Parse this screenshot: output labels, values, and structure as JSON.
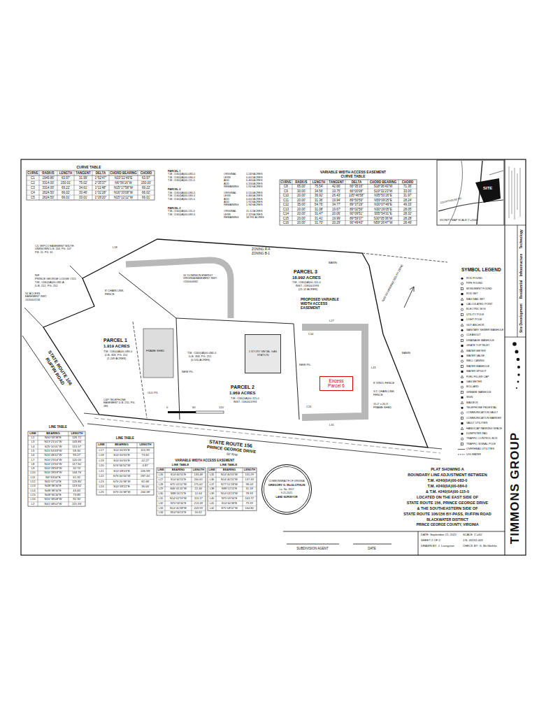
{
  "diagram": {
    "nodes": [
      {
        "text": [
          "SITE"
        ]
      },
      {
        "text": [
          "1 STORY METAL GAS STATION"
        ]
      },
      {
        "text": [
          "Excess Parcel 6"
        ]
      },
      {
        "text": [
          "COMMONWEALTH OF VIRGINIA",
          "GREGORY G. McGLOTHLIN",
          "Lic. No. 3557",
          "9-21-2021",
          "LAND SURVEYOR"
        ]
      }
    ],
    "labels": [
      "CURVE TABLE",
      "CURVE",
      "RADIUS",
      "LENGTH",
      "TANGENT",
      "DELTA",
      "CHORD BEARING",
      "CHORD",
      "C1",
      "1949.86'",
      "63.97'",
      "31.99'",
      "1°52'47\"",
      "N33°22'49\"E",
      "63.97'",
      "C2",
      "3314.00'",
      "150.01'",
      "75.02'",
      "2°35'37\"",
      "N6°56'16\"W",
      "150.00'",
      "C3",
      "3314.00'",
      "69.22'",
      "34.61'",
      "1°11'48\"",
      "N15°17'58\"W",
      "69.22'",
      "C4",
      "2624.50'",
      "66.02'",
      "33.46'",
      "1°31'28\"",
      "N16°33'08\"W",
      "66.02'",
      "C5",
      "2624.50'",
      "66.01'",
      "33.01'",
      "1°26'20\"",
      "N15°12'12\"W",
      "66.01'",
      "PARCEL 1",
      "T.M. #240(0A)00-083-0",
      "ORIGINAL",
      "1.249 ACRES",
      "T.M. #240(0A)00-084-0",
      "LESS",
      "0.002 ACRES",
      "T.M. #240(0A)00-115-0",
      "ADD",
      "0.466 ACRES",
      "ADD",
      "0.206 ACRES",
      "REMAINING",
      "1.919 ACRES",
      "PARCEL 2",
      "T.M. #240(0A)00-084-0",
      "ORIGINAL",
      "0.510 ACRES",
      "T.M. #240(0A)00-083-0",
      "LESS",
      "0.466 ACRES",
      "T.M. #240(0A)00-115-0",
      "ADD",
      "0.002 ACRES",
      "ADD",
      "1.923 ACRES",
      "REMAINING",
      "1.969 ACRES",
      "PARCEL 3",
      "T.M. #240(0A)00-115-0",
      "ORIGINAL",
      "21.12 ACRES",
      "T.M. #240(0A)00-083-0",
      "LESS",
      "2.129 ACRES",
      "REMAINING",
      "18.992 ACRES",
      "VARIABLE WIDTH ACCESS EASEMENT",
      "CURVE TABLE",
      "CURVE",
      "RADIUS",
      "LENGTH",
      "TANGENT",
      "DELTA",
      "CHORD BEARING",
      "CHORD",
      "C8",
      "65.00'",
      "75.54'",
      "42.66'",
      "66°35'16\"",
      "S18°36'43\"W",
      "71.36'",
      "C9",
      "30.00'",
      "34.56'",
      "19.75'",
      "66°00'08\"",
      "S19°32'23\"W",
      "33.00'",
      "C10",
      "20.00'",
      "36.92'",
      "26.43'",
      "105°46'58\"",
      "N35°50'26\"E",
      "31.97'",
      "C11",
      "20.00'",
      "31.36'",
      "19.94'",
      "89°50'59\"",
      "N59°09'25\"E",
      "28.24'",
      "C12",
      "35.00'",
      "54.76'",
      "34.77'",
      "89°37'29\"",
      "N30°07'49\"E",
      "49.33'",
      "C13",
      "20.00'",
      "31.08'",
      "19.67'",
      "89°02'59\"",
      "N30°29'05\"E",
      "28.05'",
      "C14",
      "20.00'",
      "31.47'",
      "20.06'",
      "90°09'51\"",
      "S55°54'31\"E",
      "28.32'",
      "C15",
      "20.00'",
      "31.41'",
      "19.99'",
      "89°59'37\"",
      "S30°05'36\"W",
      "28.28'",
      "C16",
      "20.00'",
      "31.70'",
      "20.29'",
      "90°49'43\"",
      "N59°26'47\"W",
      "28.49'",
      "COURTHOUSE RD",
      "VICINITY MAP SCALE 1\"=2000'",
      "SYMBOL LEGEND",
      "ZONING R-A",
      "ZONING B-1",
      "PARCEL 3",
      "18.992 ACRES",
      "T.M. #240(0A)00-115-0",
      "INST. #180001993",
      "(21.12 ACRES)",
      "PROPOSED VARIABLE WIDTH ACCESS EASEMENT",
      "PARCEL 1",
      "1.919 ACRES",
      "T.M. #240(0A)00-083-0",
      "D.B. 358, PG. 251",
      "(1.249 ACRES)",
      "PARCEL 2",
      "1.969 ACRES",
      "T.M. #240(0A)00-084-0",
      "D.B. 358, PG. 251",
      "(0.510 ACRES)",
      "T.M. #240(0A)00-115-0",
      "INST. #180001993",
      "N/F",
      "PRINCE GEORGE LODGE #115",
      "T.M. #240(0A)00-082-A",
      "D.B. 212, PG. 252",
      "C/L VEPCO EASEMENT WIDTH UNKNOWN D.B. 163, PG. 107 P.B. 11, PG. 61",
      "8' CHAIN LINK FENCE",
      "10' DOMINION ENERGY VIRGINIA EASEMENT INST. #200004362",
      "50' ACCESS EASEMENT INST. #020002134",
      "OLD P/L",
      "NEW P/L",
      "NEW P/L",
      "FRAME SHED",
      "BASIN",
      "BASIN",
      "8' VINYL FENCE",
      "3.5' CHAIN LINK FENCE",
      "15.2' x 20.3' FRAME SHED",
      "C&P TELEPHONE EASEMENT D.B. 255, PG. 286",
      "STATE ROUTE 156",
      "PRINCE GEORGE DRIVE",
      "60' R/W",
      "STATE ROUTE 106",
      "RUFFIN ROAD",
      "0",
      "60'",
      "120'",
      "NAD 83 VIRGINIA SOUTH ZONE",
      "L27",
      "L41",
      "C14",
      "C13",
      "L31",
      "L18",
      "LINE TABLE",
      "LINE",
      "BEARING",
      "LENGTH",
      "L1",
      "N50°59'38\"E",
      "126.71'",
      "L3",
      "N13°21'01\"W",
      "143.86'",
      "L4",
      "S25°10'01\"W",
      "115.57'",
      "L5",
      "N15°53'49\"W",
      "59.30'",
      "L6",
      "N16°48'42\"W",
      "93.27'",
      "L7",
      "N16°23'04\"W",
      "120.05'",
      "L8",
      "N16°23'55\"W",
      "117.50'",
      "L9",
      "N16°28'59\"W",
      "32.74'",
      "L10",
      "N16°28'59\"W",
      "144.76'",
      "L11",
      "N3°33'04\"E",
      "61.31'",
      "L12",
      "N41°07'14\"E",
      "125.80'",
      "L13",
      "N48°38'34\"E",
      "119.50'",
      "L14",
      "N48°38'34\"E",
      "43.65'",
      "L15",
      "N48°36'34\"E",
      "73.85'",
      "L16",
      "N16°38'08\"W",
      "92.30'",
      "L2",
      "N41°48'02\"W",
      "221.93'",
      "LINE TABLE",
      "LINE",
      "BEARING",
      "LENGTH",
      "L17",
      "S14°40'55\"E",
      "115.93'",
      "L18",
      "S14°40'55\"E",
      "73.60'",
      "L19",
      "S14°40'55\"E",
      "42.27'",
      "L20",
      "S74°56'52\"W",
      "4.87'",
      "L21",
      "S14°48'03\"E",
      "226.99'",
      "L22",
      "S75°00'34\"W",
      "297.40'",
      "L23",
      "S75°20'38\"W",
      "82.68'",
      "L24",
      "S14°39'22\"E",
      "36.00'",
      "L25",
      "S75°20'38\"W",
      "244.38'",
      "VARIABLE WIDTH ACCESS EASEMENT",
      "LINE TABLE",
      "LINE TABLE",
      "LINE",
      "BEARING",
      "LENGTH",
      "L26",
      "S14°40'55\"E",
      "133.48'",
      "L27",
      "S14°40'55\"E",
      "260.65'",
      "L28",
      "S75°05'52\"W",
      "275.62'",
      "L29",
      "S46°41'41\"W",
      "22.46'",
      "L30",
      "S88°16'21\"E",
      "12.64'",
      "L31",
      "N14°02'59\"W",
      "113.17'",
      "L32",
      "N70°58'34\"E",
      "213.18'",
      "L33",
      "N14°40'38\"W",
      "209.93'",
      "L34",
      "N14°56'53\"E",
      "16.61'",
      "LINE",
      "BEARING",
      "LENGTH",
      "L35",
      "N14°40'55\"W",
      "131.29'",
      "L36",
      "N14°40'55\"W",
      "137.33'",
      "L37",
      "N77°51'18\"W",
      "98.03'",
      "L38",
      "S88°12'15\"E",
      "31.18'",
      "L39",
      "N14°03'23\"W",
      "78.93'",
      "L40",
      "N75°09'34\"E",
      "163.72'",
      "L41",
      "S14°40'38\"E",
      "79.99'",
      "L42",
      "S75°08'52\"W",
      "164.80'",
      "PLAT SHOWING A",
      "BOUNDARY LINE ADJUSTMENT BETWEEN",
      "T.M. #240(0A)00-083-0",
      "T.M. #240(0A)00-084-0",
      "& T.M. #240(0A)00-115-0",
      "LOCATED ON THE EAST SIDE OF",
      "STATE ROUTE 156, PRINCE GEORGE DRIVE",
      "& THE SOUTHEASTERN SIDE OF",
      "STATE ROUTE 106/156 BY-PASS, RUFFIN ROAD",
      "BLACKWATER DISTRICT",
      "PRINCE GEORGE COUNTY, VIRGINIA",
      "SUBDIVISION AGENT",
      "DATE",
      "DATE: September 21, 2021",
      "SCALE: 1\"=60'",
      "SHEET 2 OF 2",
      "J.N. 46132-003",
      "DRAWN BY: J. Livingston",
      "CHECK BY: G. McGlothlin",
      "Site Development",
      "Residential",
      "Infrastructure",
      "Technology",
      "TIMMONS GROUP"
    ],
    "legend": [
      {
        "text": "ROD FOUND"
      },
      {
        "text": "PIPE FOUND"
      },
      {
        "text": "MONUMENT FOUND"
      },
      {
        "text": "ROD SET"
      },
      {
        "text": "MAG NAIL SET"
      },
      {
        "text": "CALCULATED POINT"
      },
      {
        "text": "ELECTRIC BOX"
      },
      {
        "text": "UTILITY POLE"
      },
      {
        "text": "LIGHT POLE"
      },
      {
        "text": "GUY ANCHOR"
      },
      {
        "text": "SANITARY SEWER MANHOLE"
      },
      {
        "text": "CLEANOUT"
      },
      {
        "text": "DRAINAGE MANHOLE"
      },
      {
        "text": "GRATE TOP INLET"
      },
      {
        "text": "WATER METER"
      },
      {
        "text": "WATER VALVE"
      },
      {
        "text": "WELL CASING"
      },
      {
        "text": "WATER MANHOLE"
      },
      {
        "text": "WATER SPIGOT"
      },
      {
        "text": "FUEL FILLER CAP"
      },
      {
        "text": "GAS METER"
      },
      {
        "text": "BOLLARD"
      },
      {
        "text": "GREASE MANHOLE"
      },
      {
        "text": "SIGN"
      },
      {
        "text": "MAILBOX"
      },
      {
        "text": "TELEPHONE PEDESTAL"
      },
      {
        "text": "COMMUNICATION VAULT"
      },
      {
        "text": "COMMUNICATION MARKER"
      },
      {
        "text": "VAULT UTILITIES"
      },
      {
        "text": "HANDICAP PARKING SPACE"
      },
      {
        "text": "DUMPSTER PAD"
      },
      {
        "text": "TRAFFIC CONTROL BOX"
      },
      {
        "text": "TRAFFIC SIGNAL POLE"
      },
      {
        "text": "OVERHEAD UTILITIES"
      },
      {
        "text": "U/G WATER"
      }
    ]
  }
}
